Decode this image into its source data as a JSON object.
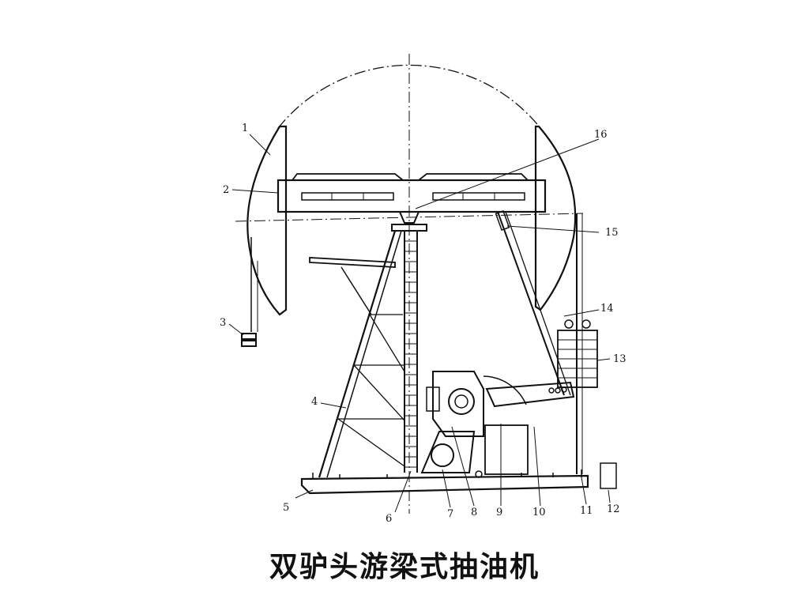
{
  "title": "双驴头游梁式抽油机",
  "labels": {
    "l1": "1",
    "l2": "2",
    "l3": "3",
    "l4": "4",
    "l5": "5",
    "l6": "6",
    "l7": "7",
    "l8": "8",
    "l9": "9",
    "l10": "10",
    "l11": "11",
    "l12": "12",
    "l13": "13",
    "l14": "14",
    "l15": "15",
    "l16": "16"
  }
}
